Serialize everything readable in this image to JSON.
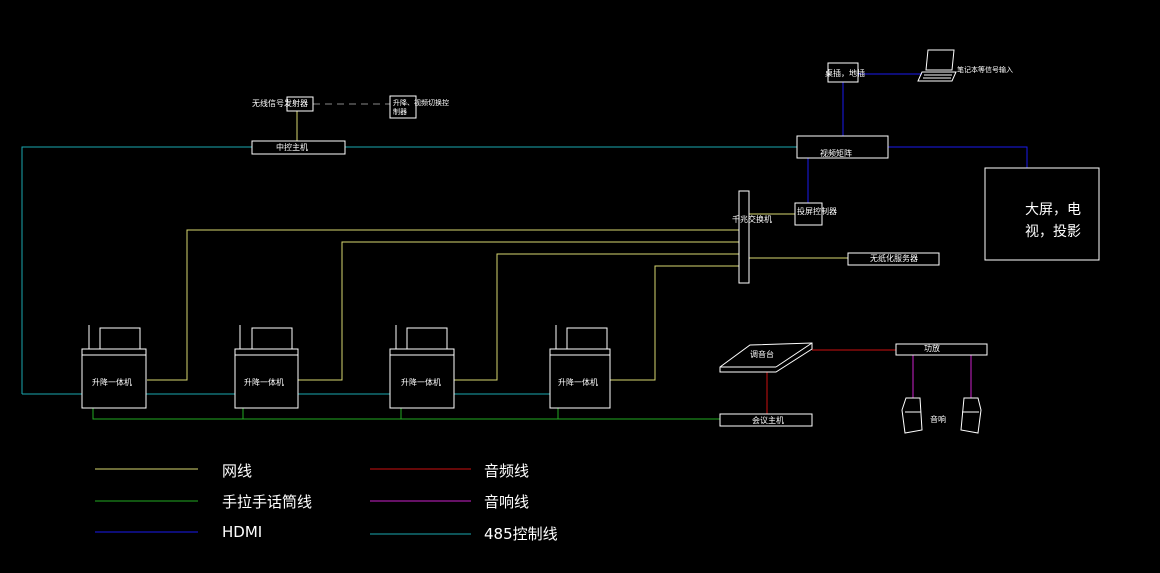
{
  "devices": {
    "wireless_tx": "无线信号发射器",
    "lift_switch_ctrl": "升降、视频切换控制器",
    "central_ctrl": "中控主机",
    "keyboard_mouse": "桌插，地插",
    "laptop_input": "笔记本等信号输入",
    "video_matrix": "视频矩阵",
    "big_screen": "大屏，电视，投影",
    "gigabit_switch": "千兆交换机",
    "projector_ctrl": "投屏控制器",
    "paperless_server": "无纸化服务器",
    "mixer": "调音台",
    "amplifier": "功放",
    "speaker": "音响",
    "conference_host": "会议主机",
    "lift_terminals": [
      "升降一体机",
      "升降一体机",
      "升降一体机",
      "升降一体机"
    ]
  },
  "legend": [
    {
      "label": "网线",
      "color": "#d8d870"
    },
    {
      "label": "手拉手话筒线",
      "color": "#22aa22"
    },
    {
      "label": "HDMI",
      "color": "#1a1aee"
    },
    {
      "label": "音频线",
      "color": "#cc1010"
    },
    {
      "label": "音响线",
      "color": "#cc22cc"
    },
    {
      "label": "485控制线",
      "color": "#1aa8b0"
    }
  ]
}
